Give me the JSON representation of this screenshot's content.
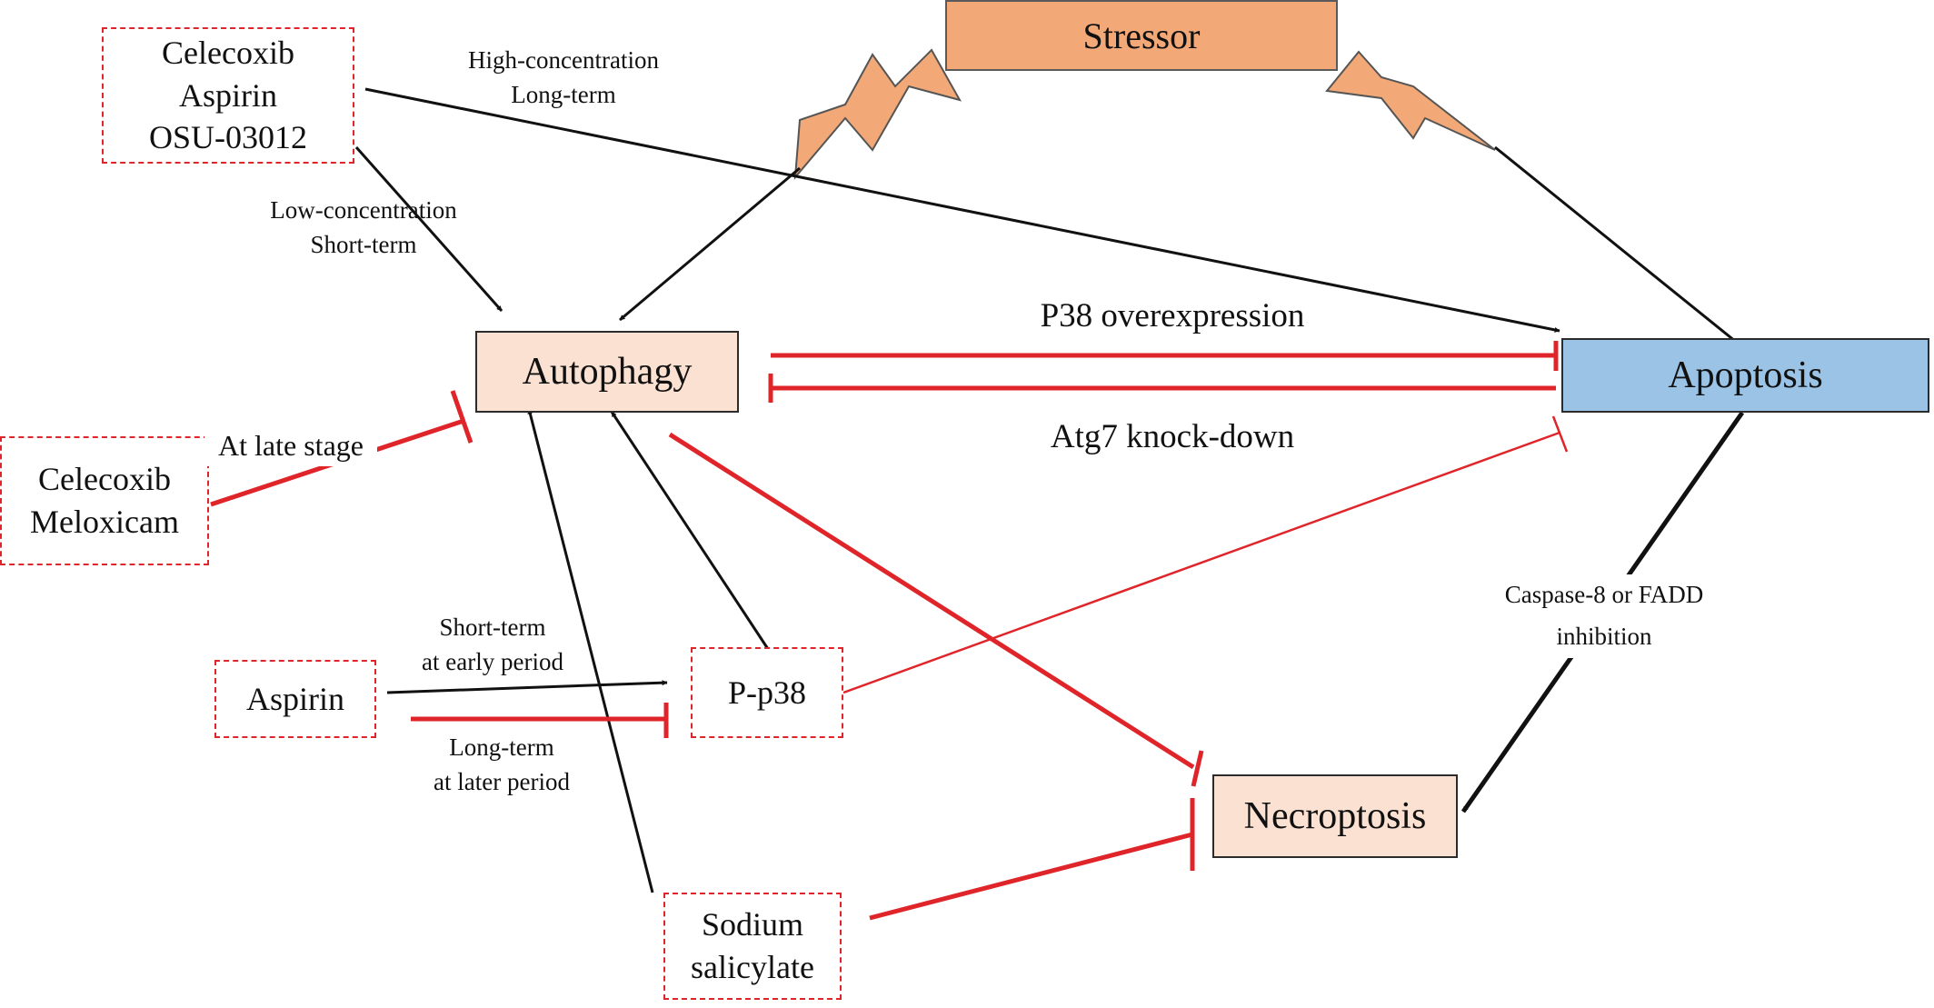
{
  "colors": {
    "inhibit": "#e0252a",
    "activate": "#111111",
    "stressor_fill": "#f3a977",
    "process_fill": "#fbe1d2",
    "apoptosis_fill": "#9ac3e6"
  },
  "nodes": {
    "stressor": "Stressor",
    "autophagy": "Autophagy",
    "apoptosis": "Apoptosis",
    "necroptosis": "Necroptosis",
    "p_p38": "P-p38"
  },
  "drugs": {
    "top_left": [
      "Celecoxib",
      "Aspirin",
      "OSU-03012"
    ],
    "mid_left": [
      "Celecoxib",
      "Meloxicam"
    ],
    "aspirin": [
      "Aspirin"
    ],
    "sodium_salicylate": [
      "Sodium",
      "salicylate"
    ]
  },
  "labels": {
    "high_concentration": [
      "High-concentration",
      "Long-term"
    ],
    "low_concentration": [
      "Low-concentration",
      "Short-term"
    ],
    "p38_overexpression": "P38 overexpression",
    "atg7_knockdown": "Atg7 knock-down",
    "late_stage": "At late stage",
    "short_term_early": [
      "Short-term",
      "at early period"
    ],
    "long_term_later": [
      "Long-term",
      "at later period"
    ],
    "caspase_inhibition": [
      "Caspase-8 or FADD",
      "inhibition"
    ]
  }
}
